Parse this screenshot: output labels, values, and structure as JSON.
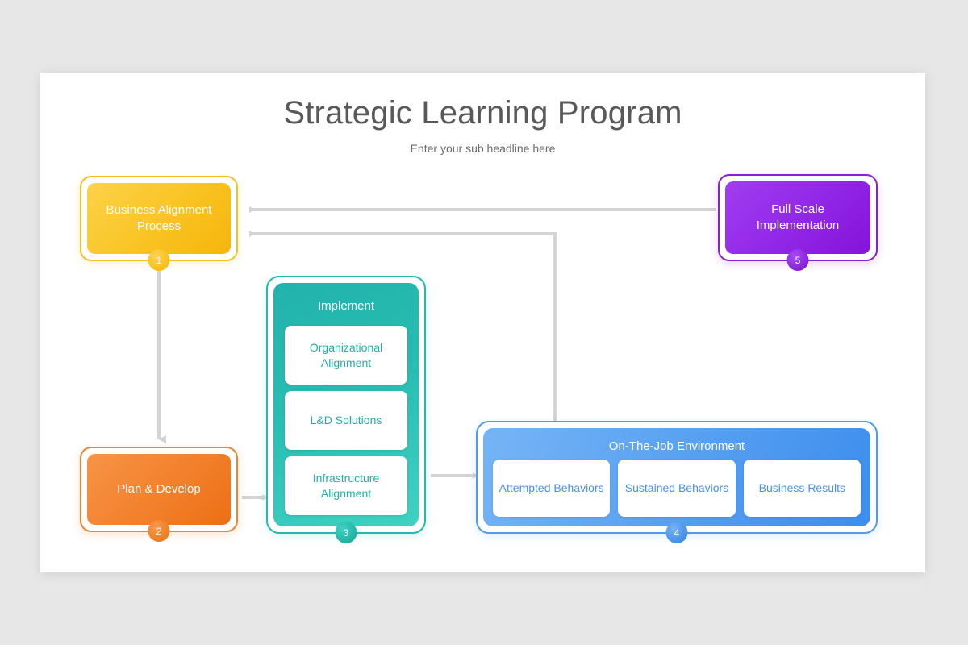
{
  "slide": {
    "title": "Strategic Learning Program",
    "subtitle": "Enter your sub headline here",
    "background_color": "#e8e7e8",
    "canvas_color": "#ffffff"
  },
  "nodes": {
    "business_alignment": {
      "label": "Business Alignment Process",
      "badge": "1",
      "color": "#f9c322"
    },
    "plan_develop": {
      "label": "Plan & Develop",
      "badge": "2",
      "color": "#f2802b"
    },
    "implement": {
      "title": "Implement",
      "badge": "3",
      "color": "#27bdb2",
      "items": [
        "Organizational Alignment",
        "L&D Solutions",
        "Infrastructure Alignment"
      ]
    },
    "on_the_job": {
      "title": "On-The-Job Environment",
      "badge": "4",
      "color": "#5ba3f2",
      "items": [
        "Attempted Behaviors",
        "Sustained Behaviors",
        "Business Results"
      ]
    },
    "full_scale": {
      "label": "Full Scale Implementation",
      "badge": "5",
      "color": "#9228e8"
    }
  },
  "connectors": {
    "color": "#d4d4d4",
    "arrows": [
      "full-scale-to-business-alignment",
      "on-the-job-to-business-alignment",
      "business-alignment-to-plan-develop",
      "plan-develop-to-implement",
      "implement-to-on-the-job"
    ]
  }
}
